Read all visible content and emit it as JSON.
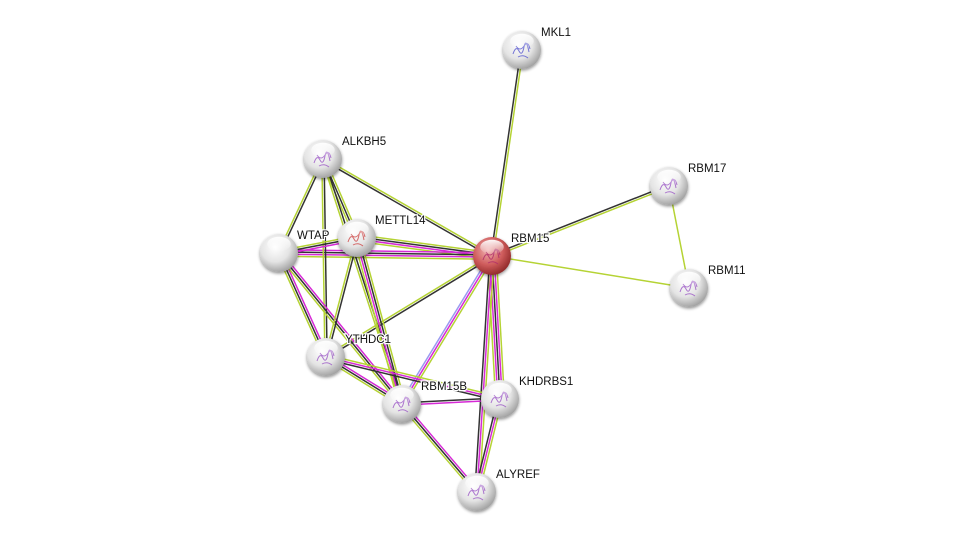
{
  "network": {
    "query_protein": "RBM15",
    "colors": {
      "query_node": "#c84a4a",
      "partner_node": "#d9d9d9",
      "edge_black": "#333333",
      "edge_yellowgreen": "#b5d334",
      "edge_magenta": "#d62ad6",
      "edge_lavender": "#9a9af0"
    },
    "nodes": [
      {
        "id": "RBM15",
        "label": "RBM15",
        "query": true,
        "structure": true
      },
      {
        "id": "MKL1",
        "label": "MKL1",
        "query": false,
        "structure": true
      },
      {
        "id": "ALKBH5",
        "label": "ALKBH5",
        "query": false,
        "structure": true
      },
      {
        "id": "METTL14",
        "label": "METTL14",
        "query": false,
        "structure": true
      },
      {
        "id": "WTAP",
        "label": "WTAP",
        "query": false,
        "structure": false
      },
      {
        "id": "YTHDC1",
        "label": "YTHDC1",
        "query": false,
        "structure": true
      },
      {
        "id": "RBM15B",
        "label": "RBM15B",
        "query": false,
        "structure": true
      },
      {
        "id": "KHDRBS1",
        "label": "KHDRBS1",
        "query": false,
        "structure": true
      },
      {
        "id": "ALYREF",
        "label": "ALYREF",
        "query": false,
        "structure": true
      },
      {
        "id": "RBM17",
        "label": "RBM17",
        "query": false,
        "structure": true
      },
      {
        "id": "RBM11",
        "label": "RBM11",
        "query": false,
        "structure": true
      }
    ],
    "edges": [
      {
        "source": "RBM15",
        "target": "MKL1",
        "evidence": [
          "black",
          "yellowgreen"
        ]
      },
      {
        "source": "RBM15",
        "target": "ALKBH5",
        "evidence": [
          "black",
          "yellowgreen"
        ]
      },
      {
        "source": "RBM15",
        "target": "METTL14",
        "evidence": [
          "yellowgreen",
          "magenta",
          "black",
          "yellowgreen"
        ]
      },
      {
        "source": "RBM15",
        "target": "WTAP",
        "evidence": [
          "yellowgreen",
          "magenta",
          "black",
          "magenta"
        ]
      },
      {
        "source": "RBM15",
        "target": "YTHDC1",
        "evidence": [
          "black",
          "yellowgreen"
        ]
      },
      {
        "source": "RBM15",
        "target": "RBM15B",
        "evidence": [
          "yellowgreen",
          "magenta",
          "lavender"
        ]
      },
      {
        "source": "RBM15",
        "target": "KHDRBS1",
        "evidence": [
          "yellowgreen",
          "magenta",
          "black",
          "magenta",
          "yellowgreen"
        ]
      },
      {
        "source": "RBM15",
        "target": "ALYREF",
        "evidence": [
          "yellowgreen",
          "magenta",
          "black"
        ]
      },
      {
        "source": "RBM15",
        "target": "RBM17",
        "evidence": [
          "black",
          "yellowgreen"
        ]
      },
      {
        "source": "RBM15",
        "target": "RBM11",
        "evidence": [
          "yellowgreen"
        ]
      },
      {
        "source": "RBM17",
        "target": "RBM11",
        "evidence": [
          "yellowgreen"
        ]
      },
      {
        "source": "ALKBH5",
        "target": "WTAP",
        "evidence": [
          "black",
          "yellowgreen"
        ]
      },
      {
        "source": "ALKBH5",
        "target": "METTL14",
        "evidence": [
          "yellowgreen",
          "black",
          "yellowgreen"
        ]
      },
      {
        "source": "ALKBH5",
        "target": "YTHDC1",
        "evidence": [
          "black",
          "yellowgreen"
        ]
      },
      {
        "source": "ALKBH5",
        "target": "RBM15B",
        "evidence": [
          "black",
          "yellowgreen"
        ]
      },
      {
        "source": "WTAP",
        "target": "METTL14",
        "evidence": [
          "yellowgreen",
          "black",
          "magenta"
        ]
      },
      {
        "source": "WTAP",
        "target": "YTHDC1",
        "evidence": [
          "magenta",
          "black",
          "yellowgreen"
        ]
      },
      {
        "source": "WTAP",
        "target": "RBM15B",
        "evidence": [
          "magenta",
          "black",
          "yellowgreen"
        ]
      },
      {
        "source": "METTL14",
        "target": "YTHDC1",
        "evidence": [
          "black",
          "yellowgreen"
        ]
      },
      {
        "source": "METTL14",
        "target": "RBM15B",
        "evidence": [
          "yellowgreen",
          "black",
          "magenta",
          "yellowgreen"
        ]
      },
      {
        "source": "YTHDC1",
        "target": "RBM15B",
        "evidence": [
          "magenta",
          "black",
          "yellowgreen"
        ]
      },
      {
        "source": "YTHDC1",
        "target": "KHDRBS1",
        "evidence": [
          "yellowgreen",
          "magenta",
          "black"
        ]
      },
      {
        "source": "RBM15B",
        "target": "KHDRBS1",
        "evidence": [
          "black",
          "magenta"
        ]
      },
      {
        "source": "RBM15B",
        "target": "ALYREF",
        "evidence": [
          "magenta",
          "black",
          "yellowgreen"
        ]
      },
      {
        "source": "KHDRBS1",
        "target": "ALYREF",
        "evidence": [
          "yellowgreen",
          "magenta",
          "black"
        ]
      }
    ]
  }
}
